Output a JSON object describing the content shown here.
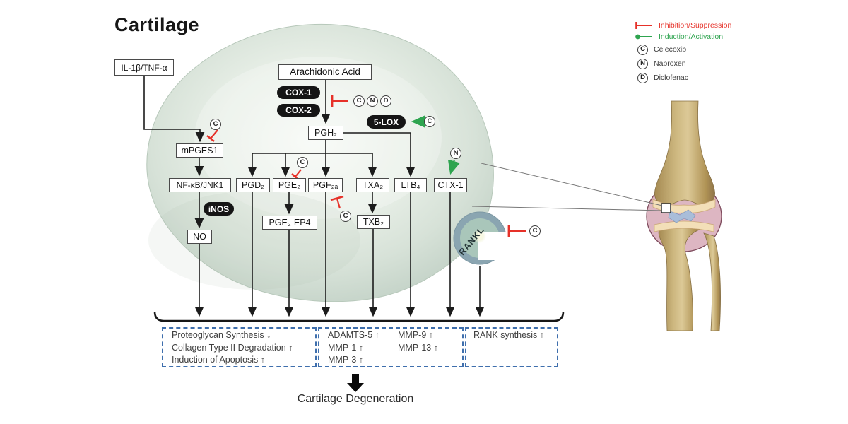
{
  "title": "Cartilage",
  "legend": {
    "inhibition_label": "Inhibition/Suppression",
    "induction_label": "Induction/Activation",
    "drugs": [
      {
        "symbol": "C",
        "name": "Celecoxib"
      },
      {
        "symbol": "N",
        "name": "Naproxen"
      },
      {
        "symbol": "D",
        "name": "Diclofenac"
      }
    ]
  },
  "nodes": {
    "il1b_tnfa": "IL-1β/TNF-α",
    "arachidonic_acid": "Arachidonic Acid",
    "cox1": "COX-1",
    "cox2": "COX-2",
    "lox5": "5-LOX",
    "pgh2": "PGH₂",
    "mpges1": "mPGES1",
    "nfkb_jnk1": "NF-κB/JNK1",
    "inos": "iNOS",
    "no": "NO",
    "pgd2": "PGD₂",
    "pge2": "PGE₂",
    "pgf2a": "PGF₂ₐ",
    "txa2": "TXA₂",
    "ltb4": "LTB₄",
    "ctx1": "CTX-1",
    "pge2_ep4": "PGE₂-EP4",
    "txb2": "TXB₂",
    "rankl": "RANKL"
  },
  "outcomes": {
    "box1": [
      "Proteoglycan Synthesis ↓",
      "Collagen Type II Degradation ↑",
      "Induction of Apoptosis ↑"
    ],
    "box2col1": [
      "ADAMTS-5 ↑",
      "MMP-1 ↑",
      "MMP-3 ↑"
    ],
    "box2col2": [
      "MMP-9 ↑",
      "MMP-13 ↑"
    ],
    "box3": [
      "RANK synthesis ↑"
    ]
  },
  "footer_label": "Cartilage Degeneration",
  "colors": {
    "inhibition_red": "#e63129",
    "induction_green": "#2ea44f",
    "pill_black": "#151515",
    "dashed_blue": "#3f6fad",
    "cell_green": "#d7e2d8",
    "bone_tan": "#cdb77f",
    "capsule_pink": "#ddb6c2",
    "rankl_teal": "#a9c6ba"
  }
}
